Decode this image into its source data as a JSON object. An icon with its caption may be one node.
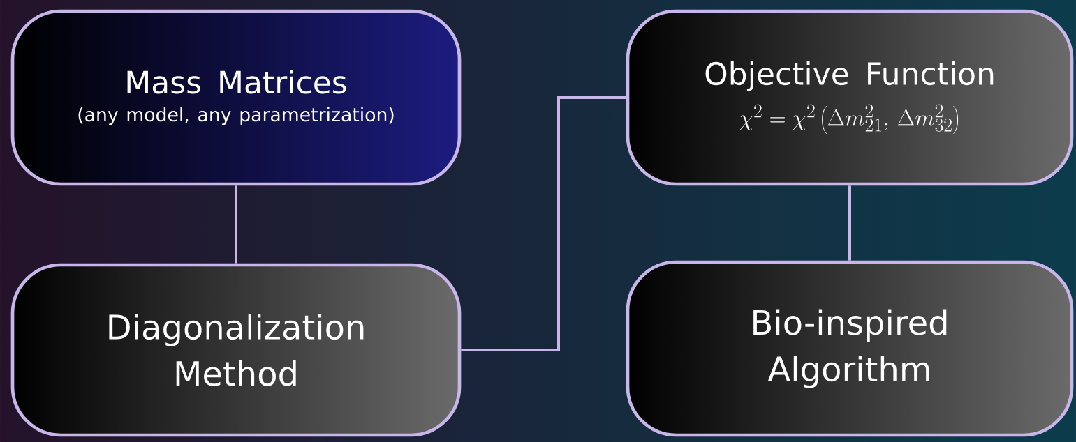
{
  "diagram": {
    "nodes": [
      {
        "text": [
          "Mass Matrices",
          "(any model, any parametrization)"
        ]
      },
      {
        "text": [
          "Objective Function",
          "\\chi^2 = \\chi^2\\left(\\Delta m^2_{21},\\, \\Delta m^2_{32}\\right)"
        ]
      },
      {
        "text": [
          "Diagonalization Method"
        ]
      },
      {
        "text": [
          "Bio-inspired Algorithm"
        ]
      }
    ],
    "edges": [
      {
        "from": 0,
        "to": 2,
        "arrow": "none"
      },
      {
        "from": 2,
        "to": 1,
        "arrow": "none"
      },
      {
        "from": 1,
        "to": 3,
        "arrow": "none"
      }
    ]
  }
}
